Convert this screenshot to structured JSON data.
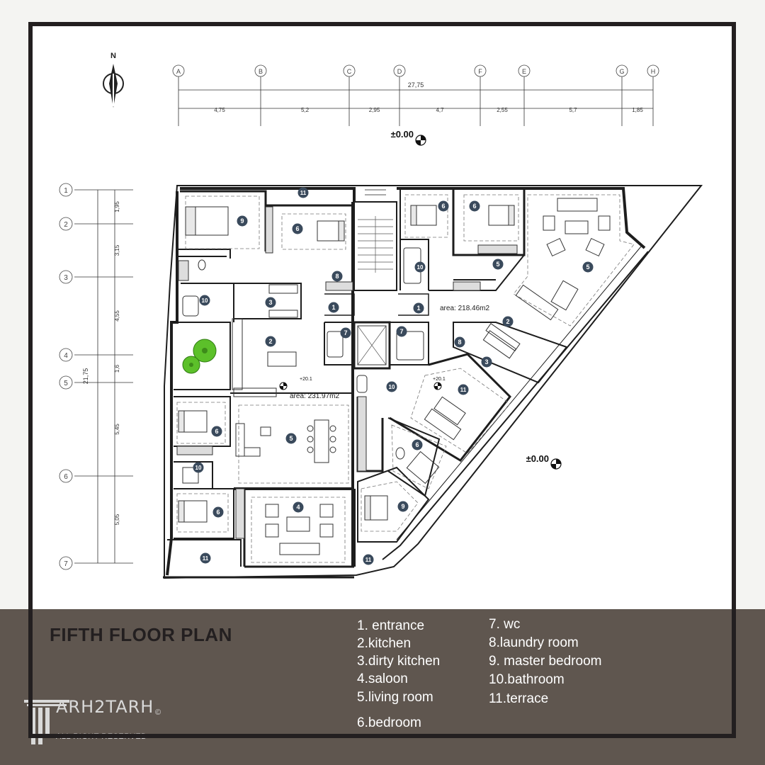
{
  "title": "FIFTH FLOOR PLAN",
  "legend": [
    "1. entrance",
    "2.kitchen",
    "3.dirty kitchen",
    "4.saloon",
    "5.living room",
    "6.bedroom",
    "7. wc",
    "8.laundry room",
    "9. master bedroom",
    "10.bathroom",
    "11.terrace"
  ],
  "grid_columns": [
    "A",
    "B",
    "C",
    "D",
    "F",
    "E",
    "G",
    "H"
  ],
  "grid_rows": [
    "1",
    "2",
    "3",
    "4",
    "5",
    "6",
    "7"
  ],
  "column_dims": [
    "4,75",
    "5,2",
    "2,95",
    "4,7",
    "2,55",
    "5,7",
    "1,85"
  ],
  "column_total": "27,75",
  "row_dims": [
    "1,95",
    "3,15",
    "4,55",
    "1,6",
    "5,45",
    "5,05"
  ],
  "row_total": "21,75",
  "levels": {
    "top": "±0.00",
    "site": "±0.00",
    "floor_left": "+20.1",
    "floor_right": "+20.1"
  },
  "areas": {
    "left": "area:  231.97m2",
    "right": "area:  218.46m2"
  },
  "north_label": "N",
  "room_tags": [
    "9",
    "11",
    "6",
    "8",
    "3",
    "2",
    "10",
    "6",
    "10",
    "6",
    "5",
    "4",
    "11",
    "1",
    "7",
    "10",
    "9",
    "11",
    "6",
    "6",
    "6",
    "10",
    "5",
    "1",
    "7",
    "2",
    "8",
    "3",
    "5",
    "11"
  ],
  "brand": {
    "name": "ARH2TARH",
    "sub": "ALL RIGHT RESERVED",
    "copyright": "©"
  },
  "colors": {
    "band": "#5f564f",
    "frame": "#231f20",
    "tag": "#3a4a5c",
    "tree": "#5cc02a",
    "wall": "#1d1d1d"
  }
}
